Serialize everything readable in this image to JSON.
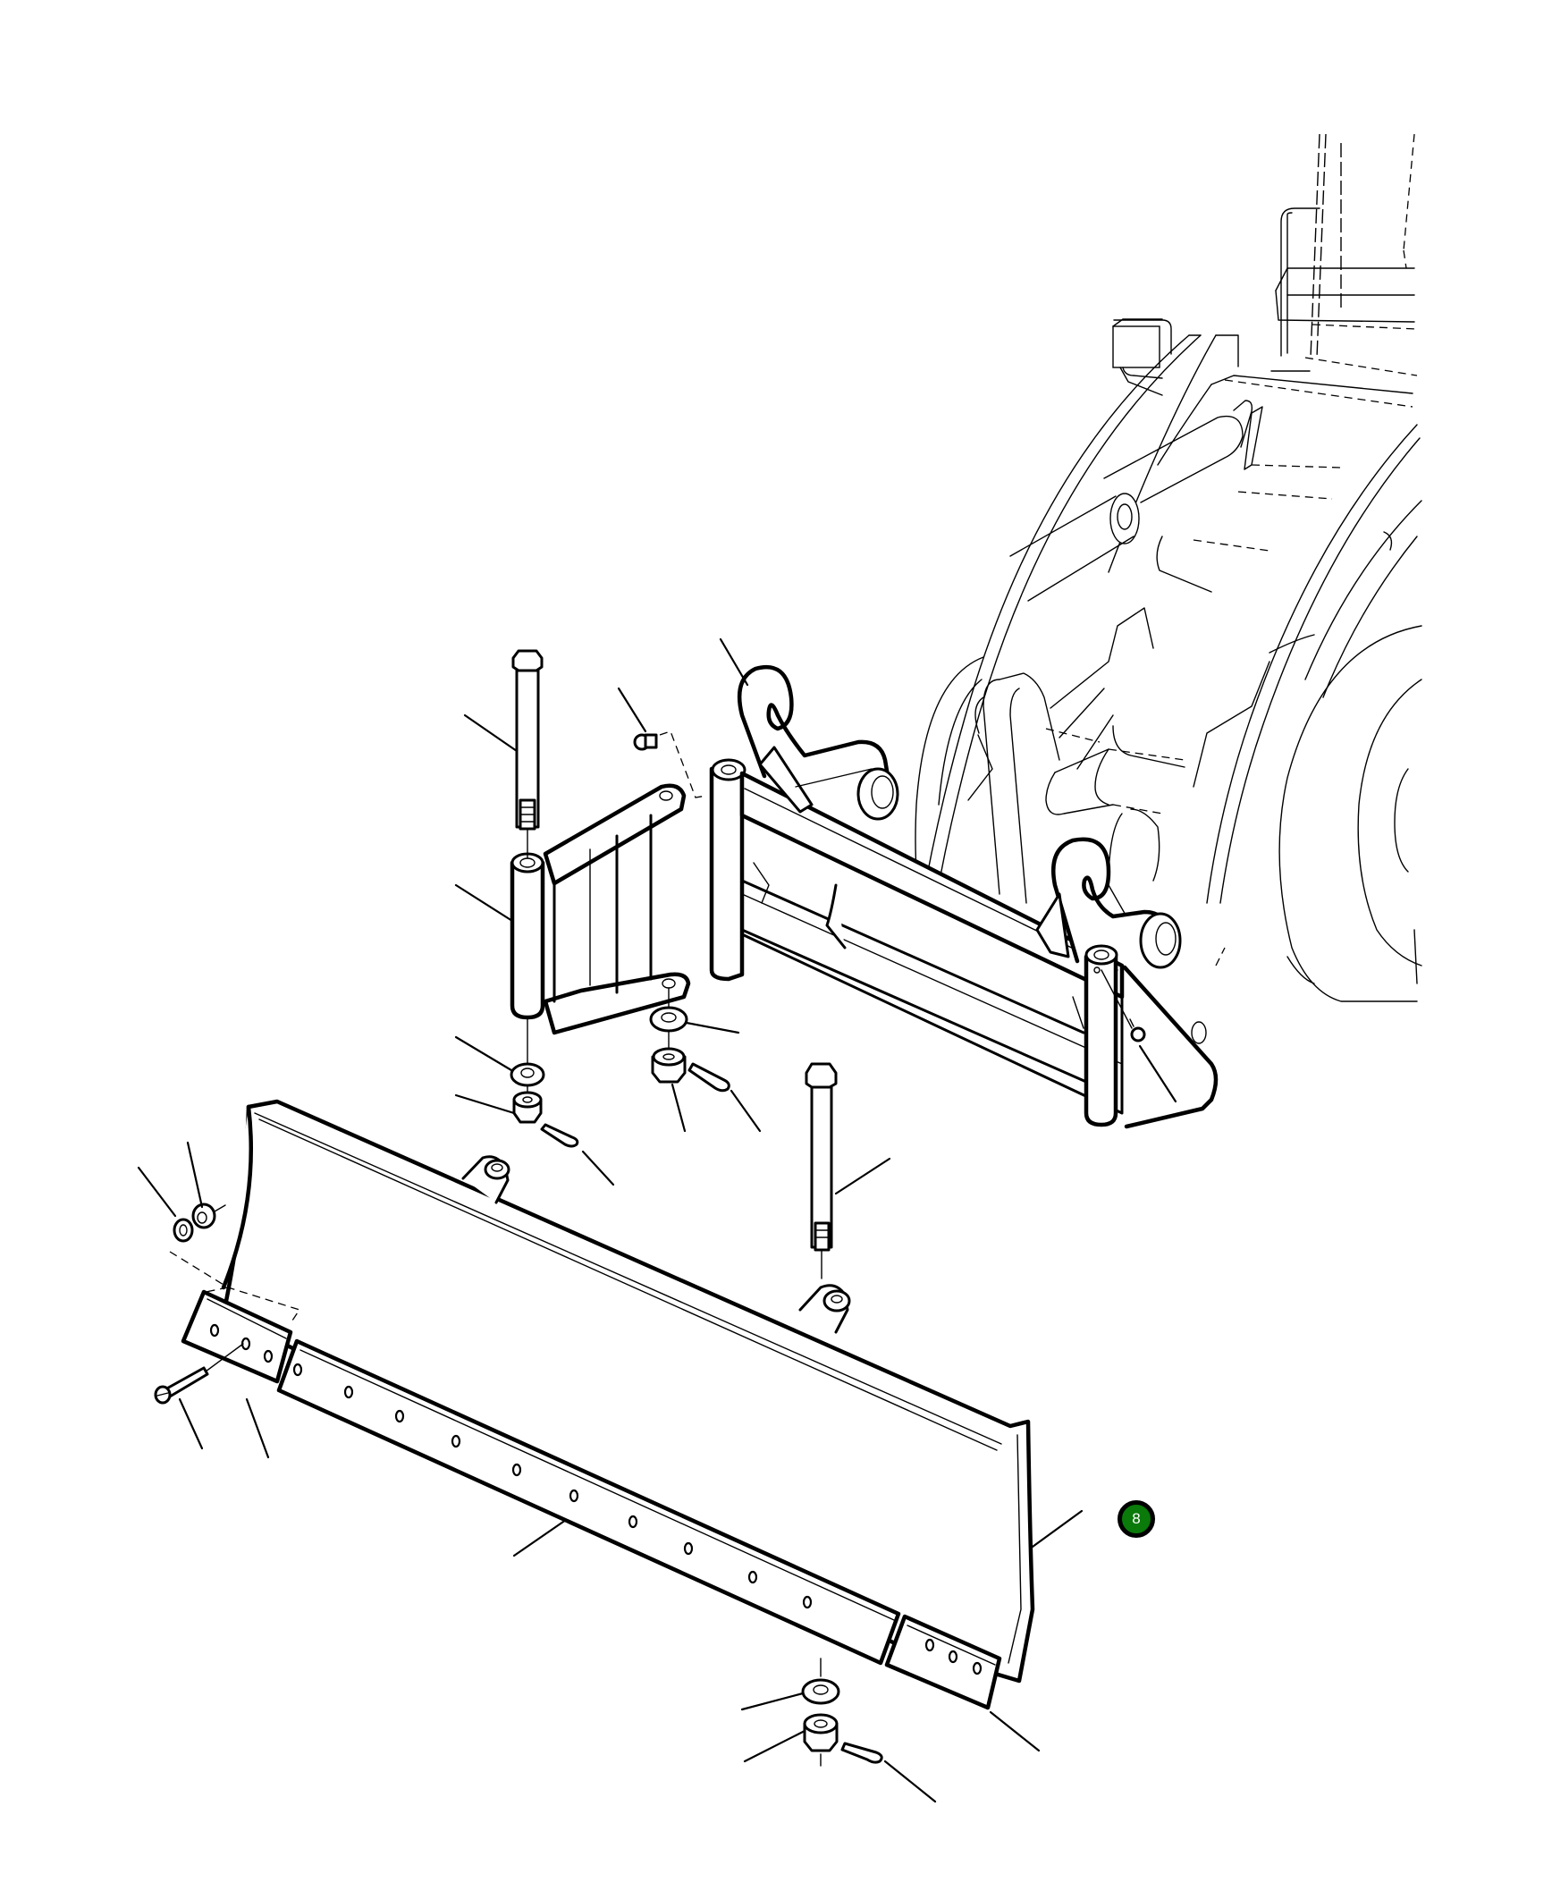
{
  "diagram": {
    "type": "exploded-parts-diagram",
    "subject": "Dozer blade with quick-coupler attachment for wheel loader",
    "callout_marker": {
      "label": "8",
      "fill_color": "#0a7a0a",
      "border_color": "#000000",
      "text_color": "#ffffff"
    },
    "parts": [
      "loader-arms",
      "quick-coupler-frame",
      "pivot-bracket",
      "pivot-pin-upper",
      "pivot-pin-lower",
      "grease-nipple-upper",
      "grease-nipple-lower",
      "washer",
      "castle-nut",
      "cotter-pin",
      "dozer-blade",
      "cutting-edge-center",
      "cutting-edge-end-left",
      "cutting-edge-end-right",
      "plow-bolt",
      "lock-washer",
      "hex-nut"
    ],
    "leader_line_count": 22
  }
}
